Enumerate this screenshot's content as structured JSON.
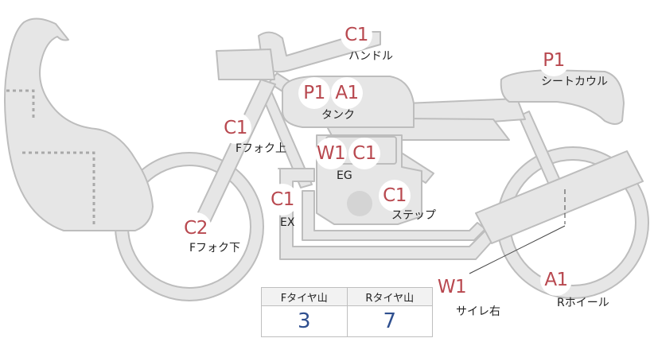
{
  "parts": {
    "handle": {
      "code": "C1",
      "label": "ハンドル"
    },
    "seat_cowl": {
      "code": "P1",
      "label": "シートカウル"
    },
    "tank": {
      "codes": [
        "P1",
        "A1"
      ],
      "label": "タンク"
    },
    "fork_upper": {
      "code": "C1",
      "label": "Fフォク上"
    },
    "engine": {
      "codes": [
        "W1",
        "C1"
      ],
      "label": "EG"
    },
    "exhaust": {
      "code": "C1",
      "label": "EX"
    },
    "step": {
      "code": "C1",
      "label": "ステップ"
    },
    "fork_lower": {
      "code": "C2",
      "label": "Fフォク下"
    },
    "silencer_right": {
      "code": "W1",
      "label": "サイレ右"
    },
    "rear_wheel": {
      "code": "A1",
      "label": "Rホイール"
    }
  },
  "tread_table": {
    "headers": [
      "Fタイヤ山",
      "Rタイヤ山"
    ],
    "values": [
      "3",
      "7"
    ]
  },
  "colors": {
    "body_fill": "#e6e6e6",
    "body_stroke": "#bdbdbd",
    "code_text": "#b8484f",
    "value_text": "#2f4f8f"
  }
}
